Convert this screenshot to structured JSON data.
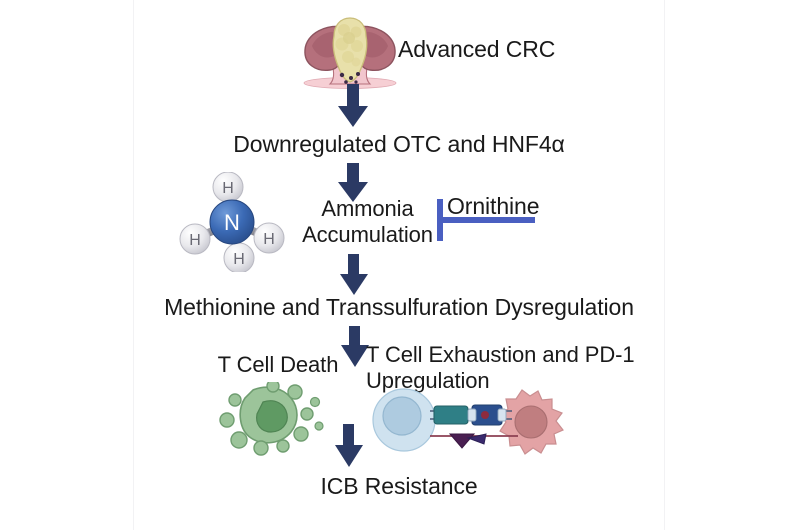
{
  "diagram": {
    "title": "Advanced CRC ammonia pathway to ICB resistance",
    "background_color": "#ffffff",
    "arrow_color": "#2b3a64",
    "inhibitor_color": "#4a5fc1",
    "text_color": "#1a1a1a"
  },
  "nodes": {
    "advanced_crc": "Advanced CRC",
    "downregulated": "Downregulated OTC and HNF4α",
    "ammonia": "Ammonia\nAccumulation",
    "ornithine": "Ornithine",
    "methionine": "Methionine and Transsulfuration Dysregulation",
    "tcell_death": "T Cell Death",
    "tcell_exhaustion": "T Cell Exhaustion and PD-1\nUpregulation",
    "icb_resistance": "ICB Resistance"
  },
  "icons": {
    "tumor": {
      "name": "colorectal-tumor-icon",
      "cap_color": "#b5707c",
      "cap_shade": "#9c5a66",
      "mass_color": "#e8e0aa",
      "mass_shade": "#d9cf8e",
      "mucosa_color": "#f6cfd4"
    },
    "ammonia_molecule": {
      "name": "ammonium-molecule-icon",
      "center_atom": "N",
      "center_color": "#3b6ab5",
      "hydrogen_atoms": [
        "H",
        "H",
        "H",
        "H"
      ],
      "hydrogen_color": "#e4e4e8",
      "bond_color": "#9a9aa2"
    },
    "apoptotic_cell": {
      "name": "apoptotic-t-cell-icon",
      "body_color": "#9cc49a",
      "nucleus_color": "#5f9a63",
      "outline_color": "#6f9d70"
    },
    "tcell_tumor_interaction": {
      "name": "t-cell-tumor-cell-interaction-icon",
      "tcell_color": "#cfe2ef",
      "tcell_nucleus_color": "#aecbe0",
      "tumor_color": "#e3a3a5",
      "tumor_nucleus_color": "#c07e80",
      "receptor_teal": "#2f7f86",
      "receptor_blue": "#2b4f8e",
      "receptor_purple": "#4a1f52",
      "receptor_line": "#8c3f52"
    }
  },
  "edges": [
    {
      "name": "arrow-crc-to-downregulated",
      "type": "arrow-down"
    },
    {
      "name": "arrow-downregulated-to-ammonia",
      "type": "arrow-down"
    },
    {
      "name": "arrow-ammonia-to-methionine",
      "type": "arrow-down"
    },
    {
      "name": "arrow-methionine-to-tcell",
      "type": "arrow-down"
    },
    {
      "name": "arrow-tcell-to-icb",
      "type": "arrow-down"
    },
    {
      "name": "inhibition-ornithine-to-ammonia",
      "type": "inhibit-bar"
    }
  ]
}
